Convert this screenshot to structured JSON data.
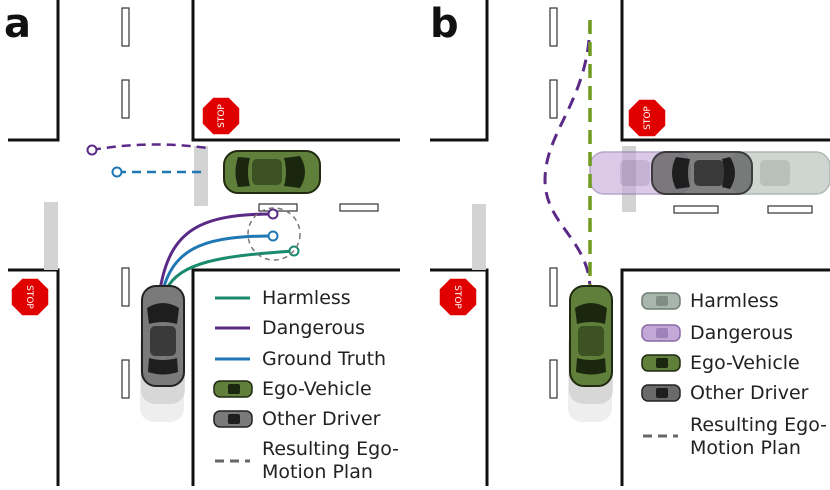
{
  "panels": {
    "a": {
      "letter": "a",
      "stop_label": "STOP",
      "legend": {
        "harmless": "Harmless",
        "dangerous": "Dangerous",
        "ground_truth": "Ground Truth",
        "ego_vehicle": "Ego-Vehicle",
        "other_driver": "Other Driver",
        "plan_line1": "Resulting Ego-",
        "plan_line2": "Motion Plan"
      }
    },
    "b": {
      "letter": "b",
      "stop_label": "STOP",
      "legend": {
        "harmless": "Harmless",
        "dangerous": "Dangerous",
        "ego_vehicle": "Ego-Vehicle",
        "other_driver": "Other Driver",
        "plan_line1": "Resulting Ego-",
        "plan_line2": "Motion Plan"
      }
    }
  },
  "colors": {
    "harmless": "#1a8a6e",
    "dangerous": "#5b2a86",
    "ground_truth": "#1f78b4",
    "ego_vehicle": "#5f7f3a",
    "other_driver": "#6a6a6a",
    "plan": "#6f9b1f",
    "stop_sign": "#e00000"
  }
}
